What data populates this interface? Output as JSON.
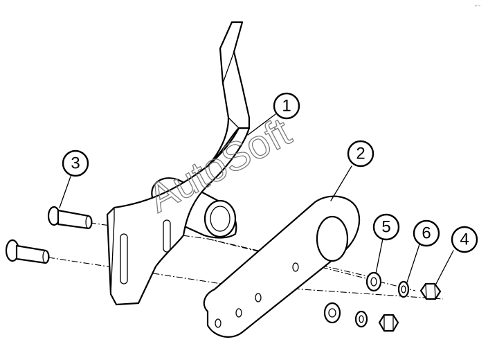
{
  "watermark": "AutoSoft",
  "corner_mark": "gf-m",
  "callouts": [
    {
      "id": "1",
      "label": "1"
    },
    {
      "id": "2",
      "label": "2"
    },
    {
      "id": "3",
      "label": "3"
    },
    {
      "id": "4",
      "label": "4"
    },
    {
      "id": "5",
      "label": "5"
    },
    {
      "id": "6",
      "label": "6"
    }
  ]
}
